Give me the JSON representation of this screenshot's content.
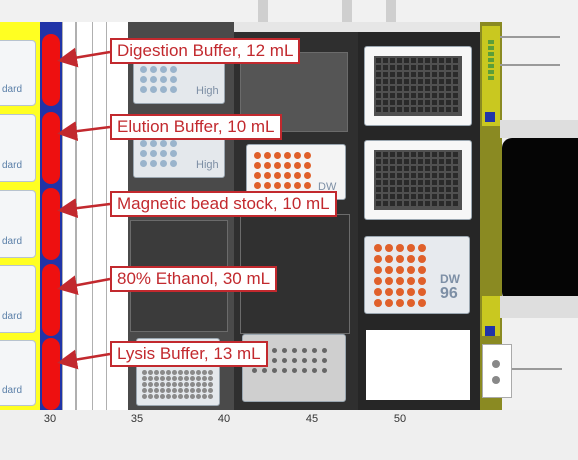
{
  "axis_ticks": [
    "30",
    "35",
    "40",
    "45",
    "50"
  ],
  "carrier_slot_label": "dard",
  "plate_labels": {
    "high": "High",
    "dw": "DW",
    "dw96_top": "DW",
    "dw96_bottom": "96"
  },
  "callouts": [
    {
      "text": "Digestion Buffer, 12 mL"
    },
    {
      "text": "Elution Buffer, 10 mL"
    },
    {
      "text": "Magnetic bead stock, 10 mL"
    },
    {
      "text": "80% Ethanol, 30 mL"
    },
    {
      "text": "Lysis Buffer, 13 mL"
    }
  ],
  "colors": {
    "callout_red": "#c2292e",
    "trough_red": "#ee1010",
    "carrier_yellow": "#ffff22",
    "well_orange": "#e0602a",
    "well_blue": "#9ab4cc"
  }
}
